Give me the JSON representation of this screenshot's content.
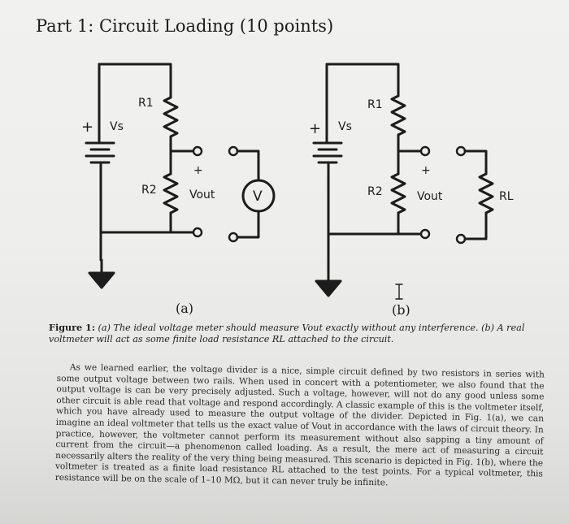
{
  "heading": "Part 1: Circuit Loading (10 points)",
  "figure": {
    "panel_a": {
      "sublabel": "(a)",
      "source_label": "Vs",
      "plus_sign": "+",
      "r1_label": "R1",
      "r2_label": "R2",
      "out_plus": "+",
      "out_label": "Vout",
      "meter_symbol": "V"
    },
    "panel_b": {
      "sublabel": "(b)",
      "source_label": "Vs",
      "plus_sign": "+",
      "r1_label": "R1",
      "r2_label": "R2",
      "out_plus": "+",
      "out_label": "Vout",
      "load_label": "RL"
    }
  },
  "caption": {
    "label": "Figure 1:",
    "text": "(a) The ideal voltage meter should measure Vout exactly without any interference. (b) A real voltmeter will act as some finite load resistance RL attached to the circuit."
  },
  "paragraph": "As we learned earlier, the voltage divider is a nice, simple circuit defined by two resistors in series with some output voltage between two rails. When used in concert with a potentiometer, we also found that the output voltage is can be very precisely adjusted. Such a voltage, however, will not do any good unless some other circuit is able read that voltage and respond accordingly. A classic example of this is the voltmeter itself, which you have already used to measure the output voltage of the divider. Depicted in Fig. 1(a), we can imagine an ideal voltmeter that tells us the exact value of Vout in accordance with the laws of circuit theory. In practice, however, the voltmeter cannot perform its measurement without also sapping a tiny amount of current from the circuit—a phenomenon called loading. As a result, the mere act of measuring a circuit necessarily alters the reality of the very thing being measured. This scenario is depicted in Fig. 1(b), where the voltmeter is treated as a finite load resistance RL attached to the test points. For a typical voltmeter, this resistance will be on the scale of 1–10 MΩ, but it can never truly be infinite."
}
